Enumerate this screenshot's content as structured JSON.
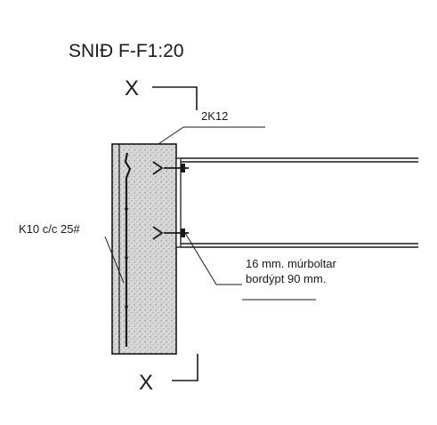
{
  "section_title": "SNIÐ F-F1:20",
  "cut_marker_top": "X",
  "cut_marker_bottom": "X",
  "rebar_top_label": "2K12",
  "rebar_wall_label": "K10 c/c 25#",
  "bolt_label_line1": "16 mm. múrboltar",
  "bolt_label_line2": "bordýpt  90 mm.",
  "colors": {
    "ink": "#1a1a1a",
    "concrete_fill": "#d4d4d4",
    "background": "#ffffff"
  }
}
